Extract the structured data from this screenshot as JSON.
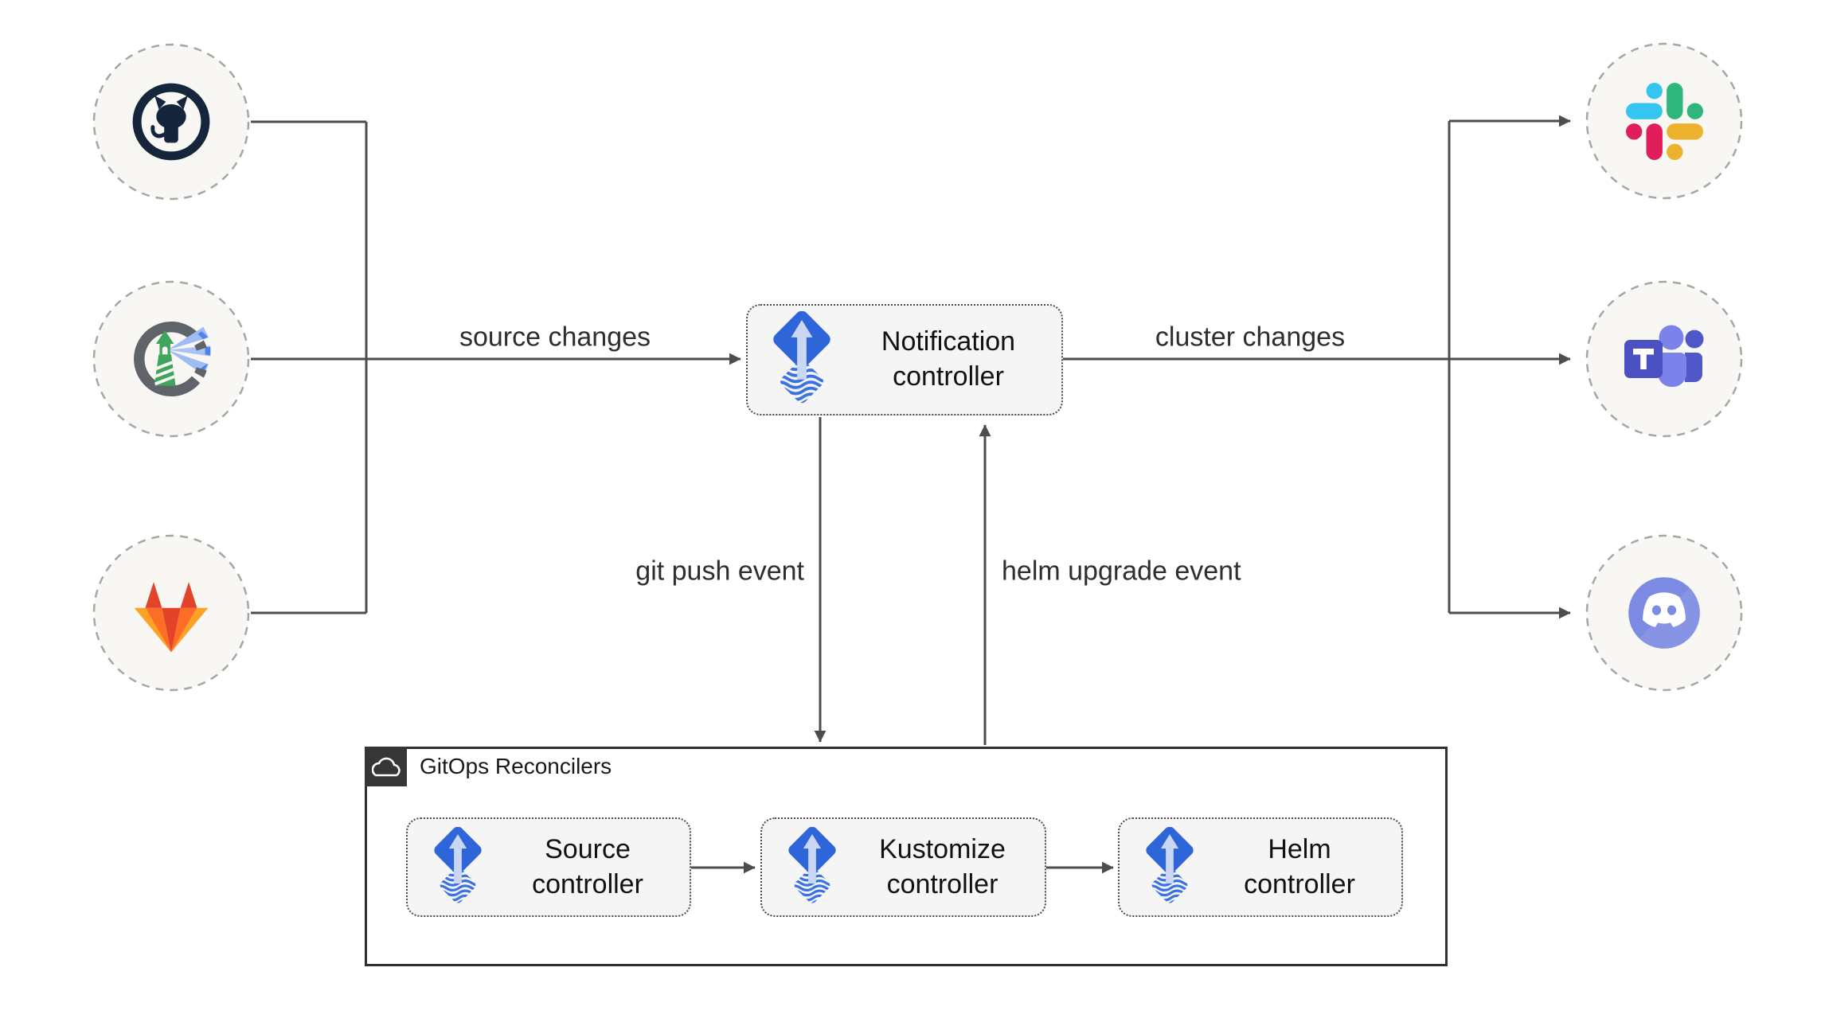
{
  "nodes": {
    "github": {
      "icon": "github-icon"
    },
    "harbor": {
      "icon": "harbor-icon"
    },
    "gitlab": {
      "icon": "gitlab-icon"
    },
    "slack": {
      "icon": "slack-icon"
    },
    "teams": {
      "icon": "microsoft-teams-icon"
    },
    "discord": {
      "icon": "discord-icon"
    },
    "notification": {
      "label": "Notification controller",
      "icon": "flux-icon"
    },
    "source": {
      "label": "Source controller",
      "icon": "flux-icon"
    },
    "kustomize": {
      "label": "Kustomize controller",
      "icon": "flux-icon"
    },
    "helm": {
      "label": "Helm controller",
      "icon": "flux-icon"
    }
  },
  "group": {
    "label": "GitOps Reconcilers",
    "icon": "cloud-icon"
  },
  "edges": {
    "source_changes": {
      "label": "source changes"
    },
    "cluster_changes": {
      "label": "cluster changes"
    },
    "git_push": {
      "label": "git push event"
    },
    "helm_upgrade": {
      "label": "helm upgrade event"
    }
  },
  "colors": {
    "connector": "#4d4d4d",
    "box_background": "#f5f5f5",
    "box_border": "#4a4a4a",
    "group_border": "#2f2f2f",
    "circle_fill": "#f8f7f4",
    "circle_dash": "#a6a6a6",
    "flux_blue": "#2e66da",
    "flux_light": "#c9d6f4",
    "github_dark": "#15253b",
    "gitlab_red": "#e24329",
    "gitlab_orange": "#fc6d26",
    "gitlab_yellow": "#fca326",
    "slack_blue": "#36c5f0",
    "slack_green": "#2eb67d",
    "slack_red": "#e01e5a",
    "slack_yellow": "#ecb22e",
    "teams_purple": "#4b51c2",
    "teams_light": "#7b83eb",
    "discord_blurple": "#7b8ae2",
    "harbor_gray": "#5e646a",
    "harbor_green": "#3fa45c",
    "harbor_beam": "#9fbcf4"
  }
}
